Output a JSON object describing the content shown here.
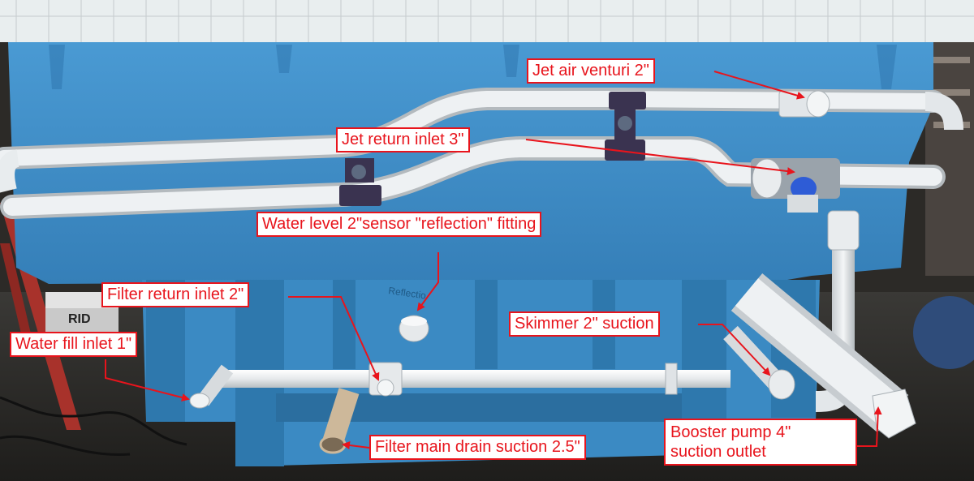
{
  "labels": {
    "jet_air_venturi": "Jet air venturi 2\"",
    "jet_return_inlet": "Jet return inlet 3\"",
    "water_level_sensor": "Water level 2\"sensor \"reflection\" fitting",
    "filter_return_inlet": "Filter return inlet 2\"",
    "water_fill_inlet": "Water fill inlet 1\"",
    "skimmer_suction": "Skimmer 2\" suction",
    "booster_pump_line1": "Booster pump 4\"",
    "booster_pump_line2": "suction outlet",
    "filter_main_drain": "Filter main drain suction 2.5\""
  },
  "stencil_text": {
    "pipe_marking_tub": "Reflectio",
    "tool_brand": "RID"
  },
  "colors": {
    "label_border": "#e8141c",
    "label_text": "#e8141c",
    "label_bg": "#ffffff",
    "tub_blue": "#3d8fc8",
    "pvc_white": "#e9ecee",
    "valve_purple": "#3a3350"
  }
}
